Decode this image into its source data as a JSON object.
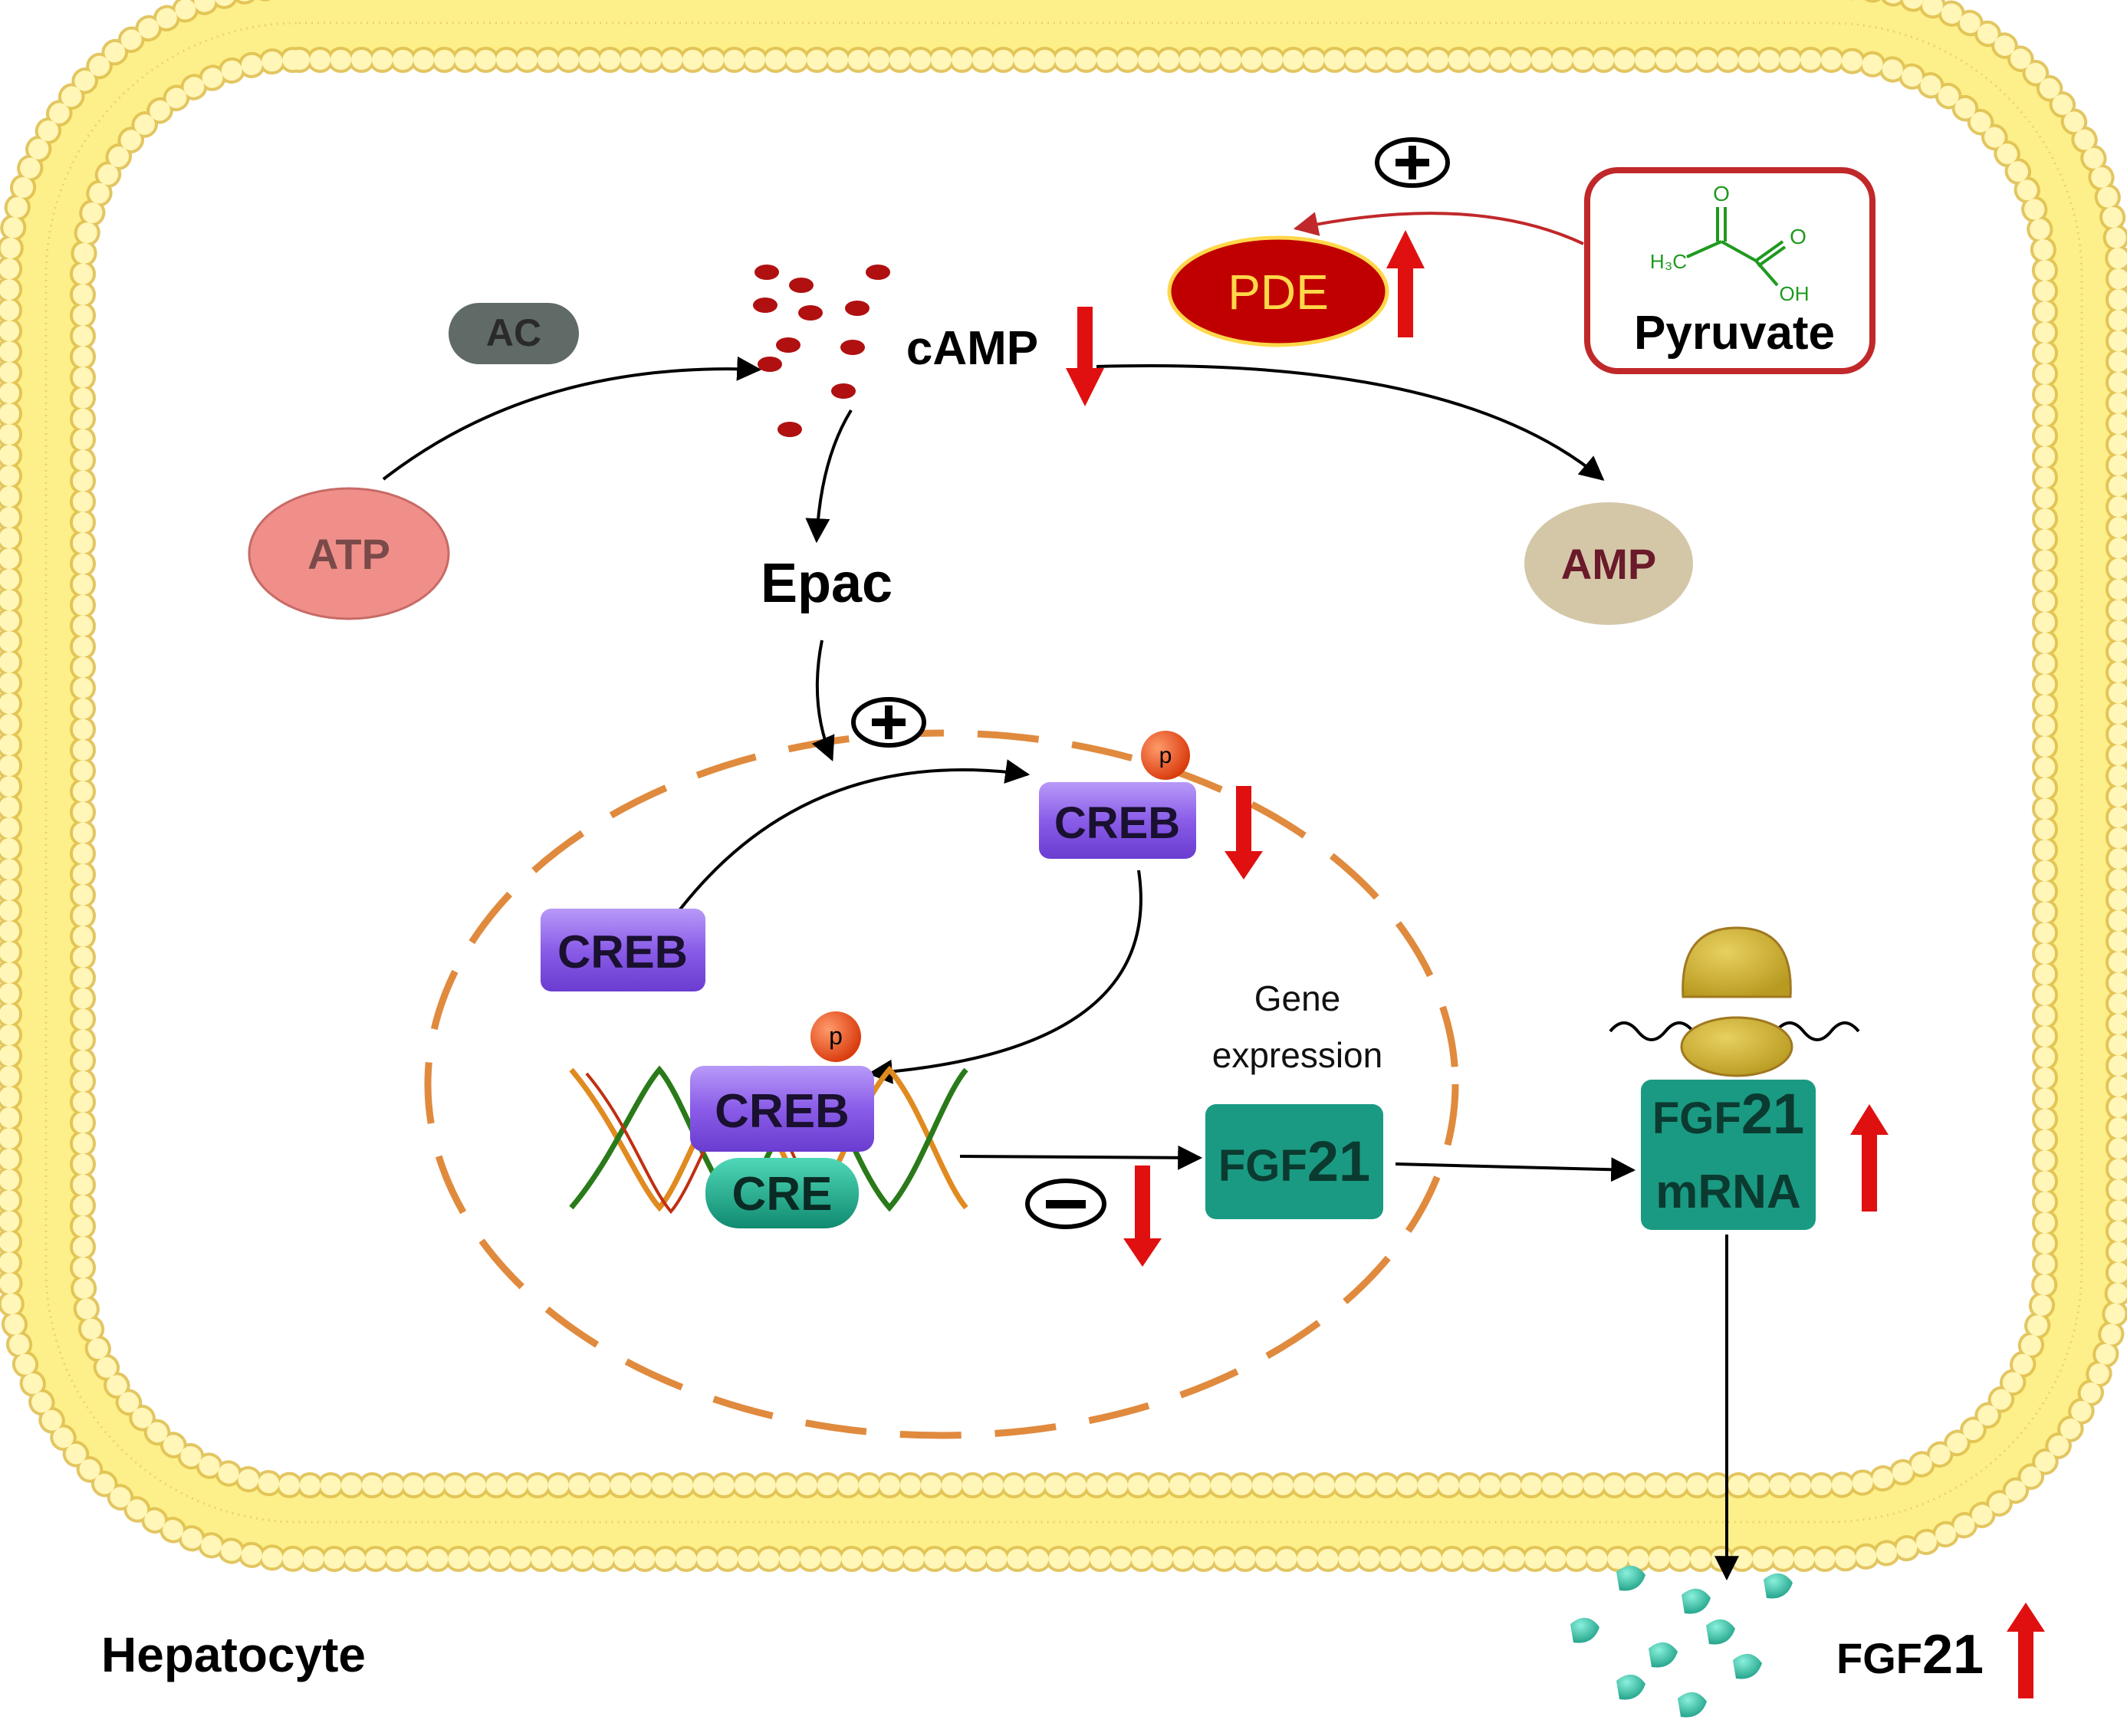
{
  "labels": {
    "ac": "AC",
    "atp": "ATP",
    "camp": "cAMP",
    "epac": "Epac",
    "pde": "PDE",
    "pyruvate": "Pyruvate",
    "amp": "AMP",
    "creb": "CREB",
    "creb_p": "CREB",
    "creb_dna": "CREB",
    "cre": "CRE",
    "p": "p",
    "gene_expression_1": "Gene",
    "gene_expression_2": "expression",
    "fgf21_prefix": "FGF",
    "fgf21_suffix": "21",
    "mrna_prefix": "FGF",
    "mrna_suffix": "21",
    "mrna_line2": "mRNA",
    "secreted_prefix": "FGF",
    "secreted_suffix": "21",
    "hepatocyte": "Hepatocyte",
    "h3c": "H₃C",
    "oh": "OH",
    "o": "O"
  },
  "colors": {
    "membrane_fill": "#fdf08a",
    "membrane_stroke": "#e8c84a",
    "nucleus": "#e08a3e",
    "atp_fill": "#f08f8a",
    "ac_fill": "#606a67",
    "amp_fill": "#d4c7a8",
    "amp_text": "#6a1a2a",
    "pde_fill": "#c00000",
    "pde_text": "#ffd84a",
    "creb_fill": "#8a5ce8",
    "cre_fill": "#1aa88a",
    "fgf_box": "#1a9a82",
    "red_arrow": "#e01010",
    "pyruvate_border": "#c0282a",
    "molecule_green": "#1f9a1f",
    "camp_dot": "#b01010",
    "phospho": "#e84a10"
  }
}
